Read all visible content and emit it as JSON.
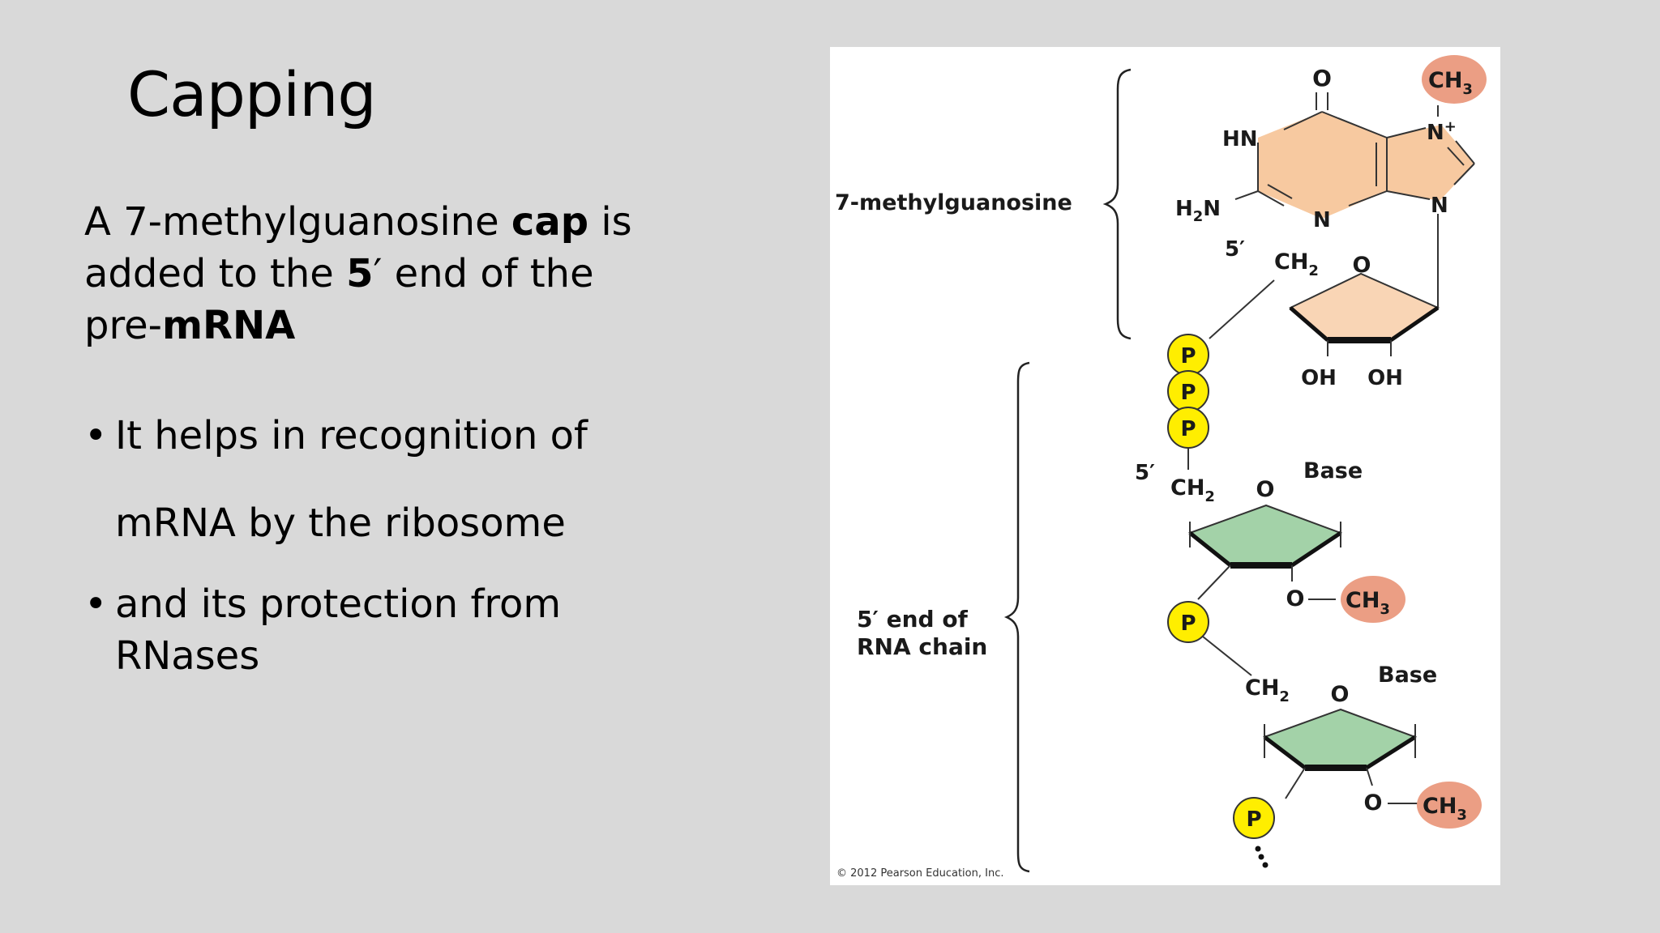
{
  "slide": {
    "title": "Capping",
    "intro": {
      "t1": " A 7-methylguanosine ",
      "t2": "cap",
      "t3": " is added to the ",
      "t4": "5",
      "t5": "′ end of the pre-",
      "t6": "mRNA"
    },
    "bullets": [
      "It helps in recognition of mRNA by the ribosome",
      " and its protection from RNases"
    ]
  },
  "figure": {
    "label_7mg": "7-methylguanosine",
    "label_5end_line1": "5′ end of",
    "label_5end_line2": "RNA chain",
    "copyright": "© 2012 Pearson Education, Inc.",
    "atoms": {
      "o_top": "O",
      "ch3": "CH",
      "ch3_sub": "3",
      "hn": "HN",
      "n_plus": "N",
      "n_plus_sup": "+",
      "h2n_h": "H",
      "h2n_sub": "2",
      "h2n_n": "N",
      "n": "N",
      "five_prime": "5′",
      "ch2": "CH",
      "ch2_sub": "2",
      "o": "O",
      "oh": "OH",
      "p": "P",
      "base": "Base"
    },
    "colors": {
      "guanine_fill": "#f7c9a0",
      "ribose_cap_fill": "#f9d5b5",
      "ribose_chain_fill": "#a3d2a8",
      "ch3_fill": "#eb9e84",
      "phosphate_fill": "#ffee00"
    }
  }
}
